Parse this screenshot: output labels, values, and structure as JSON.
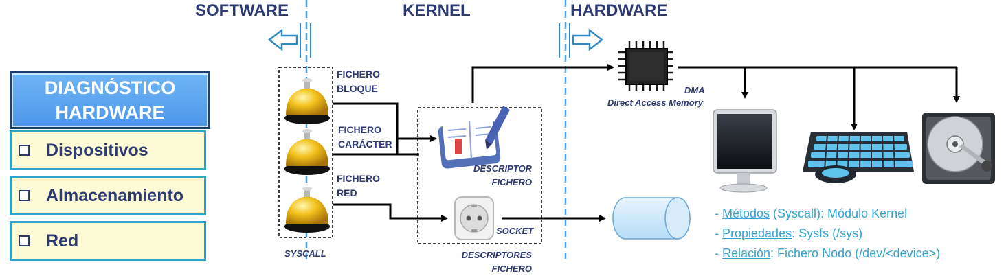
{
  "headers": {
    "software": "SOFTWARE",
    "kernel": "KERNEL",
    "hardware": "HARDWARE"
  },
  "menu": {
    "title_line1": "DIAGNÓSTICO",
    "title_line2": "HARDWARE",
    "items": [
      {
        "label": "Dispositivos"
      },
      {
        "label": "Almacenamiento"
      },
      {
        "label": "Red"
      }
    ]
  },
  "syscall": {
    "label": "SYSCALL",
    "bells": [
      {
        "line1": "FICHERO",
        "line2": "BLOQUE"
      },
      {
        "line1": "FICHERO",
        "line2": "CARÁCTER"
      },
      {
        "line1": "FICHERO",
        "line2": "RED"
      }
    ]
  },
  "descriptors": {
    "descriptor_line1": "DESCRIPTOR",
    "descriptor_line2": "FICHERO",
    "socket": "SOCKET",
    "group_line1": "DESCRIPTORES",
    "group_line2": "FICHERO"
  },
  "dma": {
    "short": "DMA",
    "long": "Direct Access Memory"
  },
  "info": {
    "line1_key": "Métodos",
    "line1_rest": " (Syscall): Módulo Kernel",
    "line2_key": "Propiedades",
    "line2_rest": ": Sysfs (/sys)",
    "line3_key": "Relación",
    "line3_rest": ":  Fichero Nodo (/dev/<device>)"
  },
  "colors": {
    "title": "#2e3a72",
    "divider": "#4ea3dc",
    "info": "#35a4cf",
    "menu_bg": "#fdfbd6",
    "menu_border": "#31a3c7"
  }
}
